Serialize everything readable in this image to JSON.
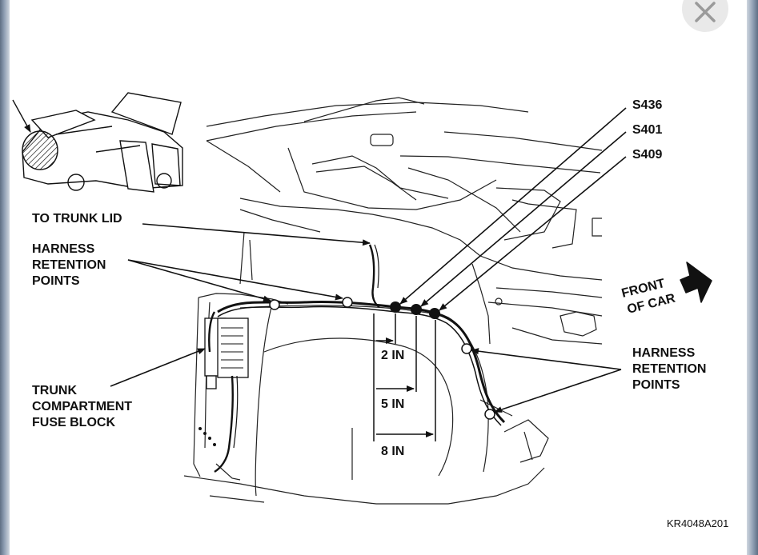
{
  "labels": {
    "to_trunk_lid": "TO TRUNK LID",
    "harness_left": [
      "HARNESS",
      "RETENTION",
      "POINTS"
    ],
    "harness_right": [
      "HARNESS",
      "RETENTION",
      "POINTS"
    ],
    "fuse_block": [
      "TRUNK",
      "COMPARTMENT",
      "FUSE BLOCK"
    ],
    "front_of_car": [
      "FRONT",
      "OF CAR"
    ],
    "splices": [
      "S436",
      "S401",
      "S409"
    ],
    "dimensions": [
      "2 IN",
      "5 IN",
      "8 IN"
    ],
    "figure_code": "KR4048A201"
  },
  "icons": [
    "close-icon",
    "direction-arrow-icon",
    "car-locator-icon"
  ]
}
